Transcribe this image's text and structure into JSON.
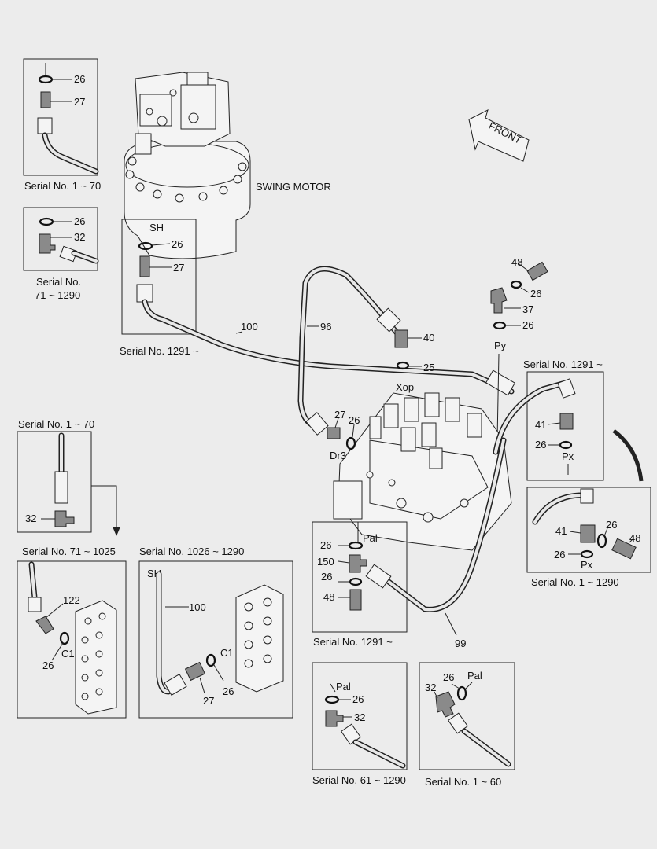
{
  "title_labels": {
    "swing_motor": "SWING MOTOR",
    "front": "FRONT"
  },
  "serial_captions": {
    "box_top_left": "Serial No. 1 ~ 70",
    "box_second_left_line1": "Serial No.",
    "box_second_left_line2": "71 ~ 1290",
    "box_sh": "Serial No. 1291 ~",
    "box_right_upper": "Serial No. 1291 ~",
    "box_right_lower": "Serial No. 1 ~ 1290",
    "box_mid_left": "Serial No. 1 ~ 70",
    "box_lower_left": "Serial No. 71 ~ 1025",
    "box_lower_mid": "Serial No. 1026 ~ 1290",
    "box_pal": "Serial No. 1291 ~",
    "box_bottom_mid": "Serial No. 61 ~ 1290",
    "box_bottom_right": "Serial No. 1 ~ 60"
  },
  "port_labels": {
    "sh": "SH",
    "py": "Py",
    "xop": "Xop",
    "dr3": "Dr3",
    "px": "Px",
    "pal": "Pal",
    "c1": "C1"
  },
  "part_numbers": {
    "p26": "26",
    "p27": "27",
    "p32": "32",
    "p100": "100",
    "p96": "96",
    "p40": "40",
    "p25": "25",
    "p48": "48",
    "p37": "37",
    "p41": "41",
    "p99": "99",
    "p150": "150",
    "p122": "122"
  }
}
